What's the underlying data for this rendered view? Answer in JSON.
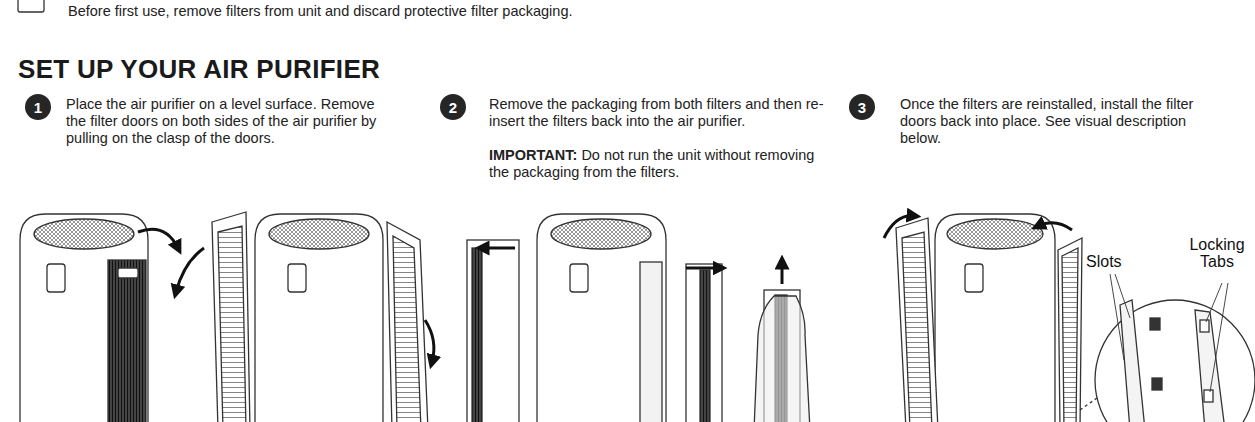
{
  "diagram": {
    "title": "SET UP YOUR AIR PURIFIER",
    "nodes": [
      {
        "text": [
          "1"
        ]
      },
      {
        "text": [
          "2"
        ]
      },
      {
        "text": [
          "3"
        ]
      }
    ],
    "edges": [],
    "labels": [
      "Before first use, remove filters from unit and discard protective filter packaging.",
      "Place the air purifier on a level surface. Remove the filter doors on both sides of the air purifier by pulling on the clasp of the doors.",
      "Remove the packaging from both filters and then re-insert the filters back into the air purifier.",
      "IMPORTANT:",
      "Do not run the unit without removing the packaging from the filters.",
      "Once the filters are reinstalled, install the filter doors back into place. See visual description below.",
      "Slots",
      "Locking Tabs"
    ]
  }
}
